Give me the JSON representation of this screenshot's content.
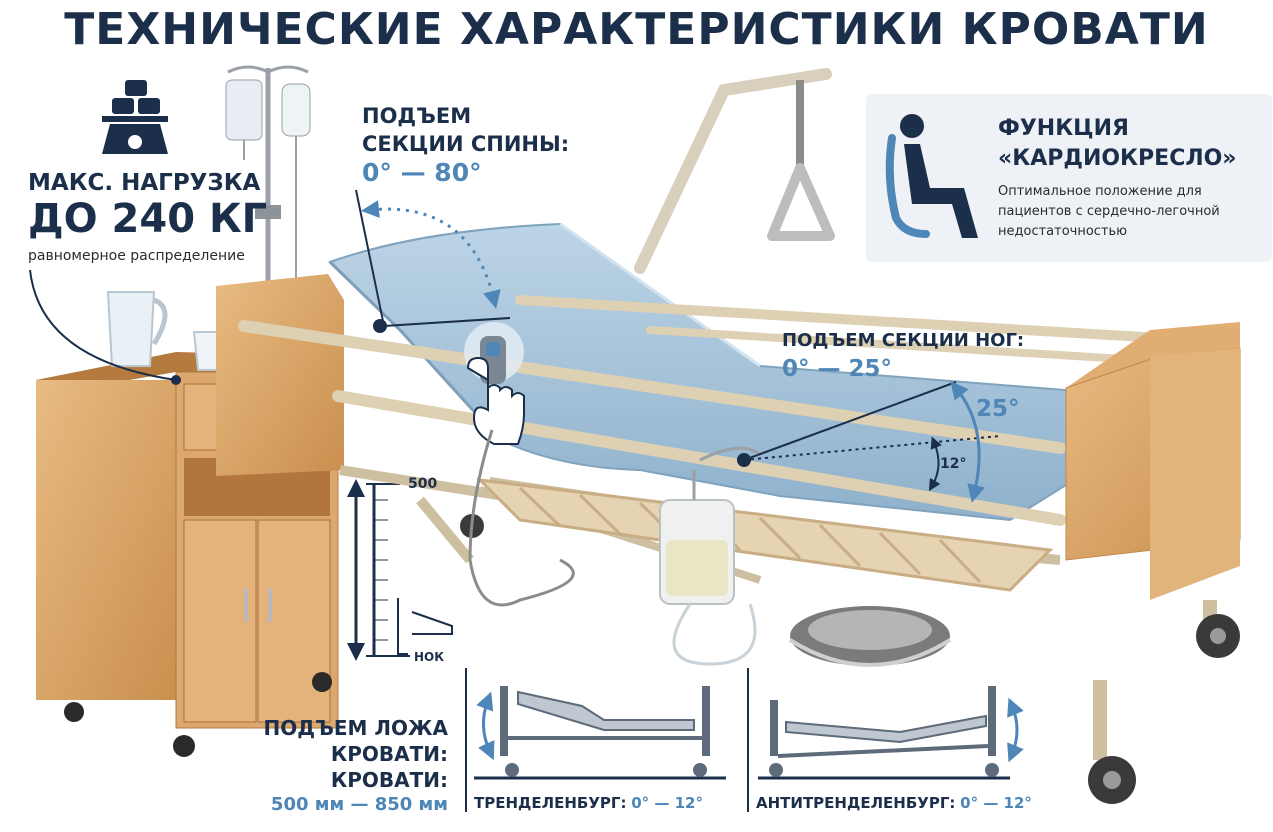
{
  "title": "ТЕХНИЧЕСКИЕ ХАРАКТЕРИСТИКИ КРОВАТИ",
  "load": {
    "line1": "МАКС. НАГРУЗКА",
    "line2": "ДО 240 КГ",
    "note": "равномерное распределение"
  },
  "back_section": {
    "line1": "ПОДЪЕМ",
    "line2": "СЕКЦИИ СПИНЫ:",
    "range": "0° — 80°"
  },
  "cardiochair": {
    "line1": "ФУНКЦИЯ",
    "line2": "«КАРДИОКРЕСЛО»",
    "desc1": "Оптимальное положение для",
    "desc2": "пациентов с сердечно-легочной",
    "desc3": "недостаточностью"
  },
  "leg_section": {
    "label": "ПОДЪЕМ СЕКЦИИ НОГ:",
    "range": "0° — 25°",
    "angle_big": "25°",
    "angle_small": "12°"
  },
  "height": {
    "scale_top": "500",
    "scale_bottom": "НОК",
    "line1": "ПОДЪЕМ ЛОЖА",
    "line2": "КРОВАТИ:",
    "line3": "КРОВАТИ:",
    "range": "500 мм — 850 мм"
  },
  "trendelenburg": {
    "label": "ТРЕНДЕЛЕНБУРГ:",
    "range": "0° — 12°"
  },
  "antitrendelenburg": {
    "label": "АНТИТРЕНДЕЛЕНБУРГ:",
    "range": "0° — 12°"
  },
  "colors": {
    "navy": "#1c2f4a",
    "accent_blue": "#4f86b8",
    "mattress": "#a9c6dc",
    "wood": "#d9a66b",
    "frame": "#d8cbb0"
  },
  "icons": [
    "weight-scale-icon",
    "iv-stand-icon",
    "seated-person-icon",
    "hand-pointer-icon",
    "trapeze-handle-icon"
  ]
}
